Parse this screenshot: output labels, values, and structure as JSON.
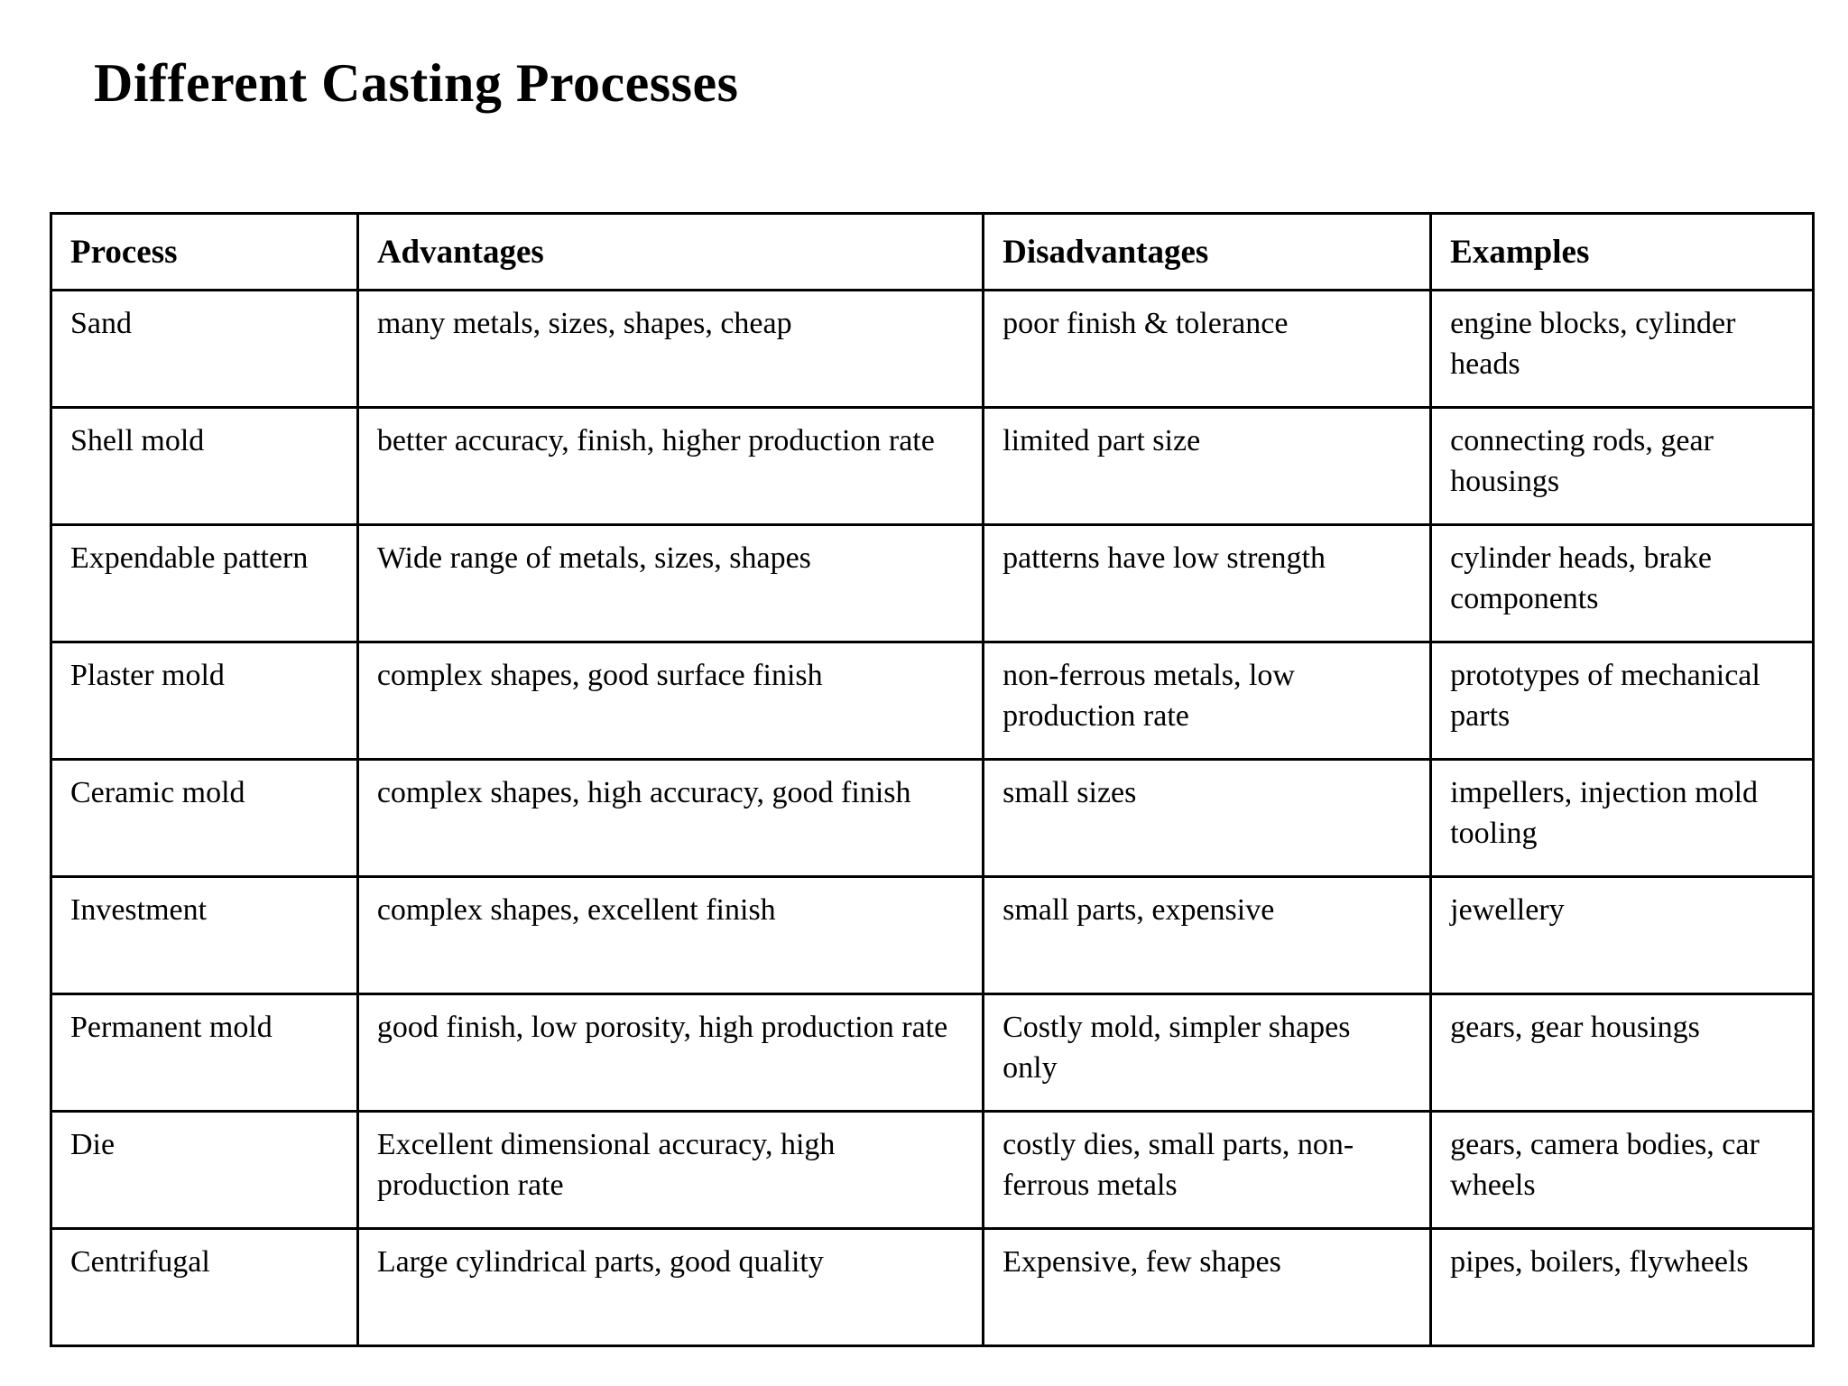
{
  "page": {
    "title": "Different Casting Processes"
  },
  "table": {
    "columns": [
      "Process",
      "Advantages",
      "Disadvantages",
      "Examples"
    ],
    "rows": [
      {
        "process": "Sand",
        "advantages": "many metals, sizes, shapes, cheap",
        "disadvantages": "poor finish & tolerance",
        "examples": "engine blocks, cylinder heads"
      },
      {
        "process": "Shell mold",
        "advantages": "better accuracy, finish, higher production rate",
        "disadvantages": "limited part size",
        "examples": "connecting rods, gear housings"
      },
      {
        "process": "Expendable pattern",
        "advantages": "Wide range of metals, sizes, shapes",
        "disadvantages": "patterns have low strength",
        "examples": "cylinder heads, brake components"
      },
      {
        "process": "Plaster mold",
        "advantages": "complex shapes, good surface finish",
        "disadvantages": "non-ferrous metals, low production rate",
        "examples": "prototypes of mechanical parts"
      },
      {
        "process": "Ceramic mold",
        "advantages": "complex shapes, high accuracy, good finish",
        "disadvantages": "small sizes",
        "examples": "impellers, injection mold tooling"
      },
      {
        "process": "Investment",
        "advantages": "complex shapes, excellent finish",
        "disadvantages": "small parts, expensive",
        "examples": "jewellery"
      },
      {
        "process": "Permanent mold",
        "advantages": "good finish, low porosity, high production rate",
        "disadvantages": "Costly mold, simpler shapes only",
        "examples": "gears, gear housings"
      },
      {
        "process": "Die",
        "advantages": "Excellent dimensional accuracy, high production rate",
        "disadvantages": "costly dies, small parts, non-ferrous metals",
        "examples": "gears, camera bodies, car wheels"
      },
      {
        "process": "Centrifugal",
        "advantages": "Large cylindrical parts, good quality",
        "disadvantages": "Expensive, few shapes",
        "examples": "pipes, boilers, flywheels"
      }
    ]
  }
}
